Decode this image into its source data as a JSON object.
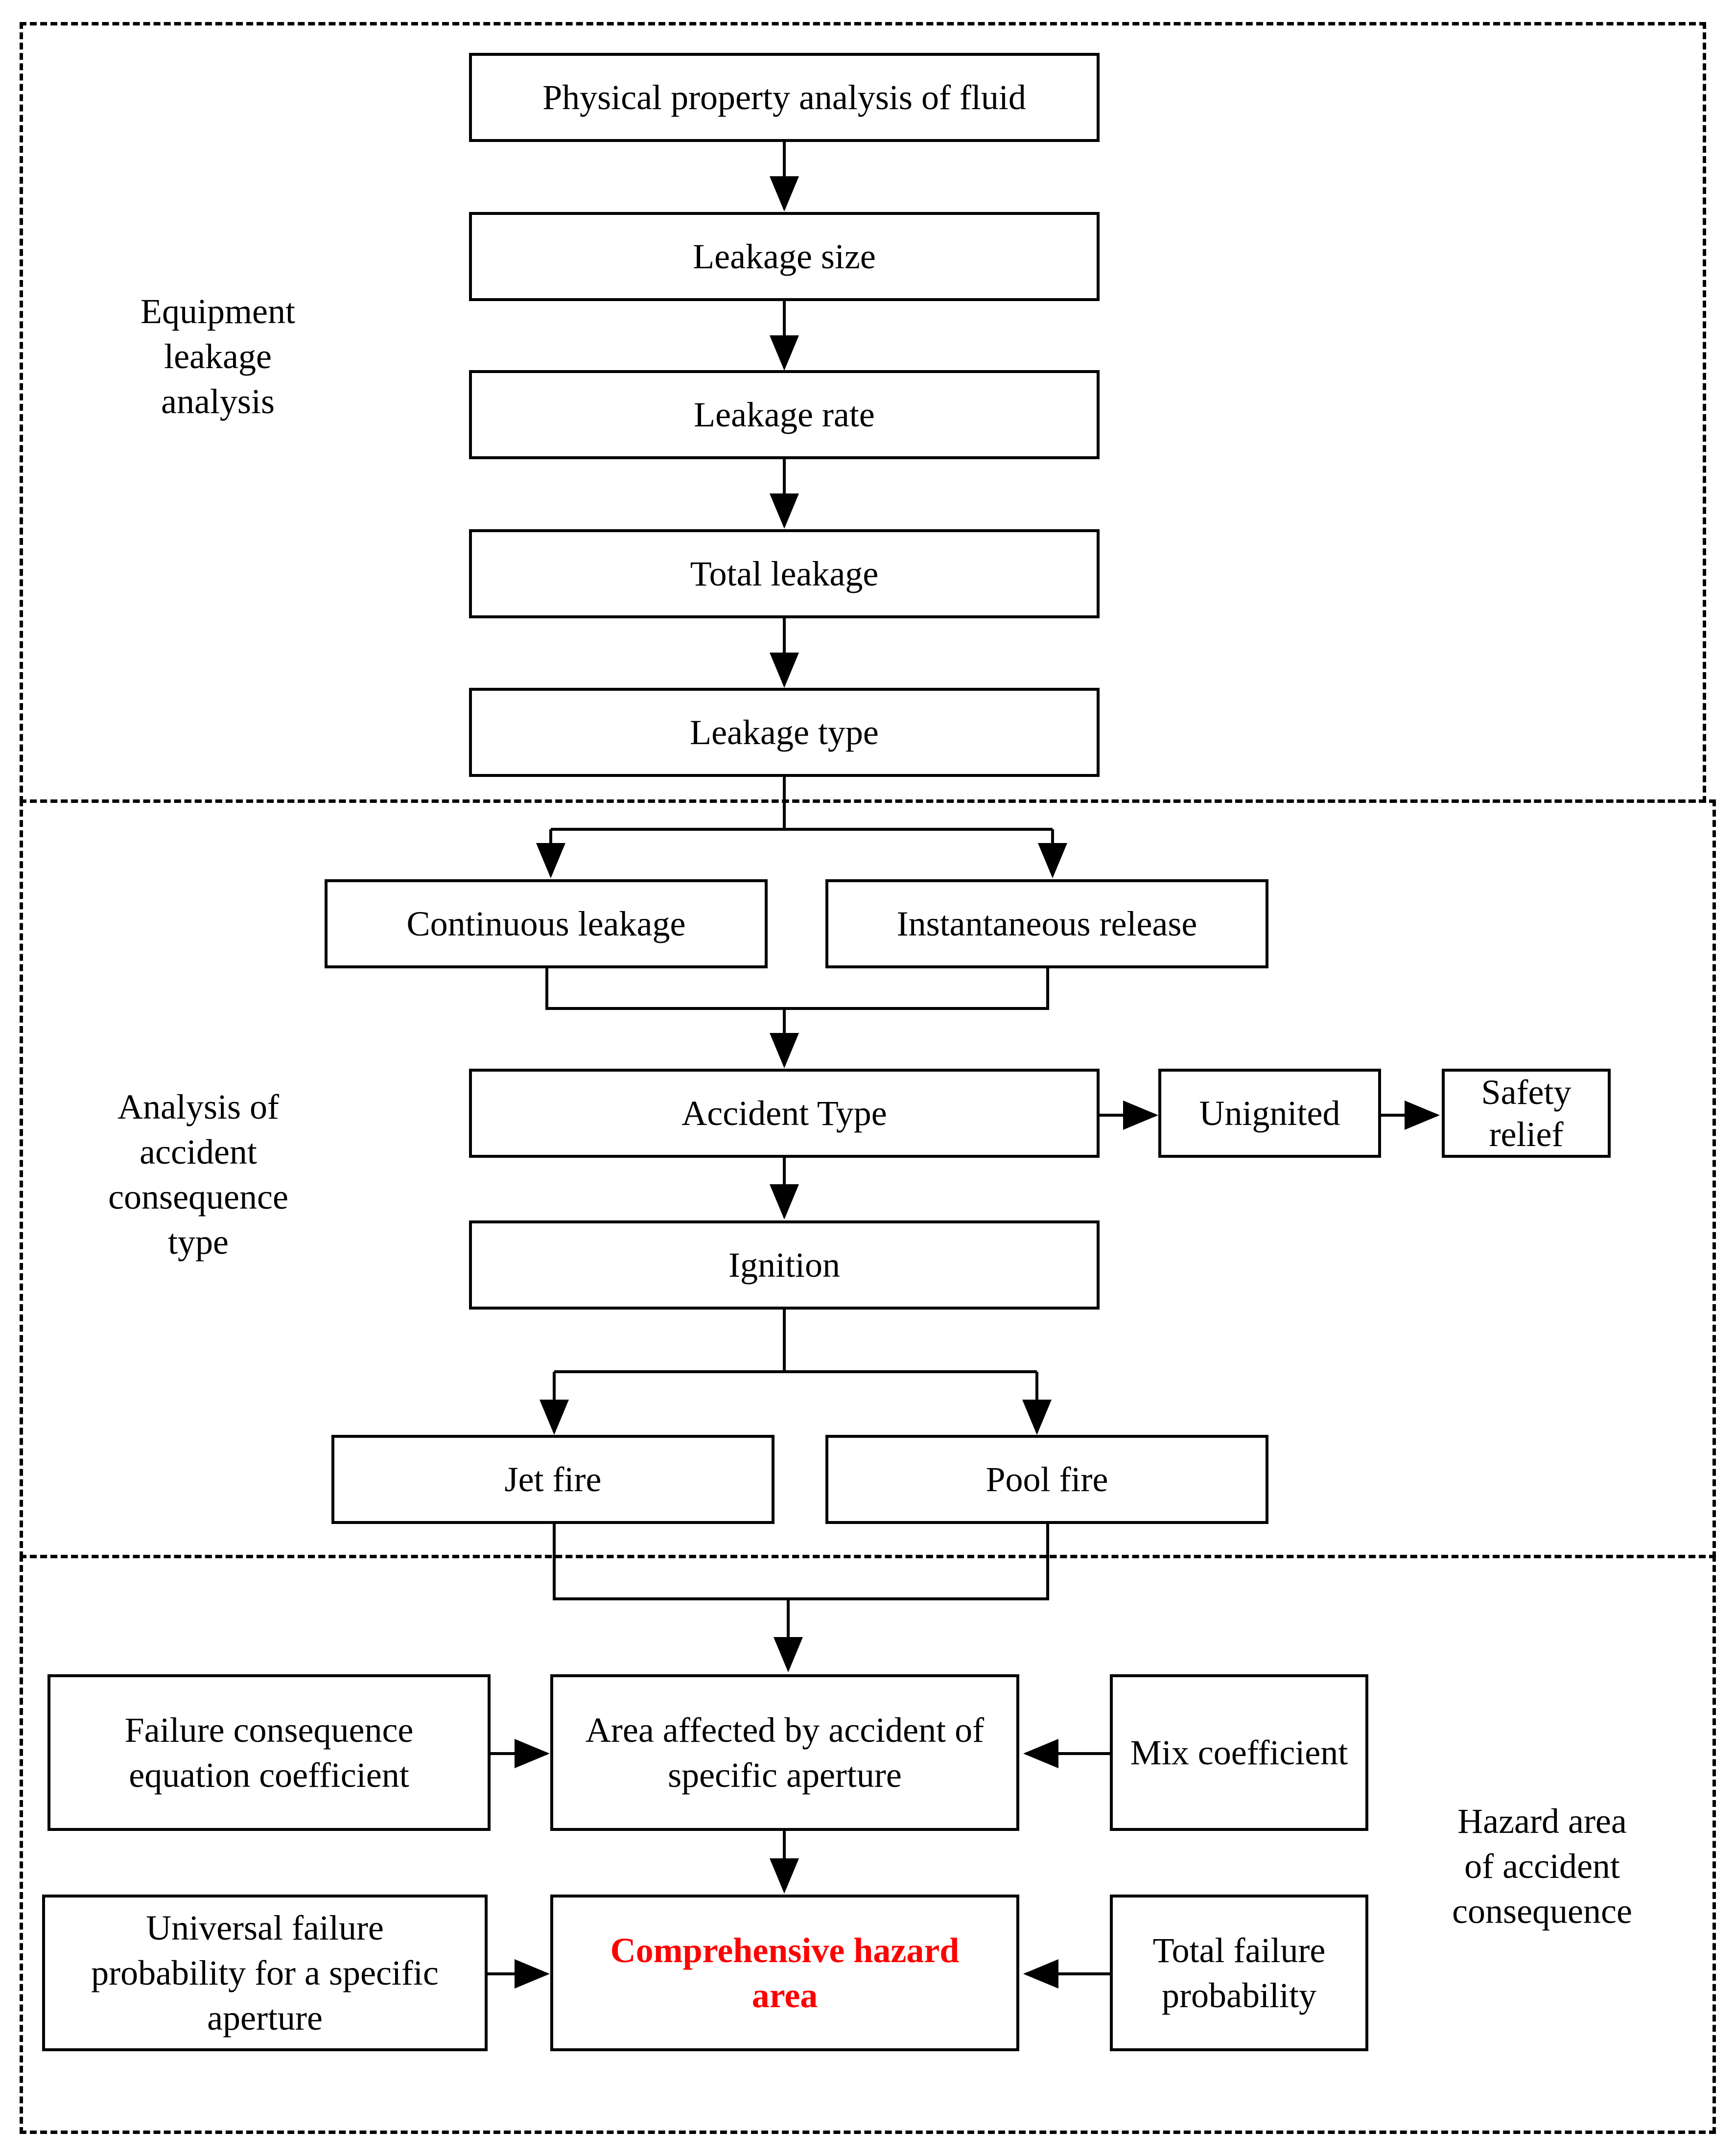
{
  "sections": {
    "equipment_leakage": [
      "Equipment",
      "leakage",
      "analysis"
    ],
    "accident_consequence_type": [
      "Analysis of",
      "accident",
      "consequence",
      "type"
    ],
    "hazard_area": [
      "Hazard area",
      "of accident",
      "consequence"
    ]
  },
  "nodes": {
    "physical_property": [
      "Physical property analysis of fluid"
    ],
    "leakage_size": [
      "Leakage size"
    ],
    "leakage_rate": [
      "Leakage rate"
    ],
    "total_leakage": [
      "Total leakage"
    ],
    "leakage_type": [
      "Leakage type"
    ],
    "continuous_leakage": [
      "Continuous leakage"
    ],
    "instantaneous_release": [
      "Instantaneous release"
    ],
    "accident_type": [
      "Accident Type"
    ],
    "unignited": [
      "Unignited"
    ],
    "safety_relief": [
      "Safety",
      "relief"
    ],
    "ignition": [
      "Ignition"
    ],
    "jet_fire": [
      "Jet fire"
    ],
    "pool_fire": [
      "Pool fire"
    ],
    "failure_consequence_coeff": [
      "Failure consequence",
      "equation coefficient"
    ],
    "area_affected": [
      "Area affected by accident of",
      "specific aperture"
    ],
    "mix_coefficient": [
      "Mix coefficient"
    ],
    "universal_failure_probability": [
      "Universal failure",
      "probability for a specific",
      "aperture"
    ],
    "comprehensive_hazard_area": [
      "Comprehensive hazard",
      "area"
    ],
    "total_failure_probability": [
      "Total failure",
      "probability"
    ]
  },
  "colors": {
    "highlight": "#ff0000",
    "line": "#000000"
  }
}
